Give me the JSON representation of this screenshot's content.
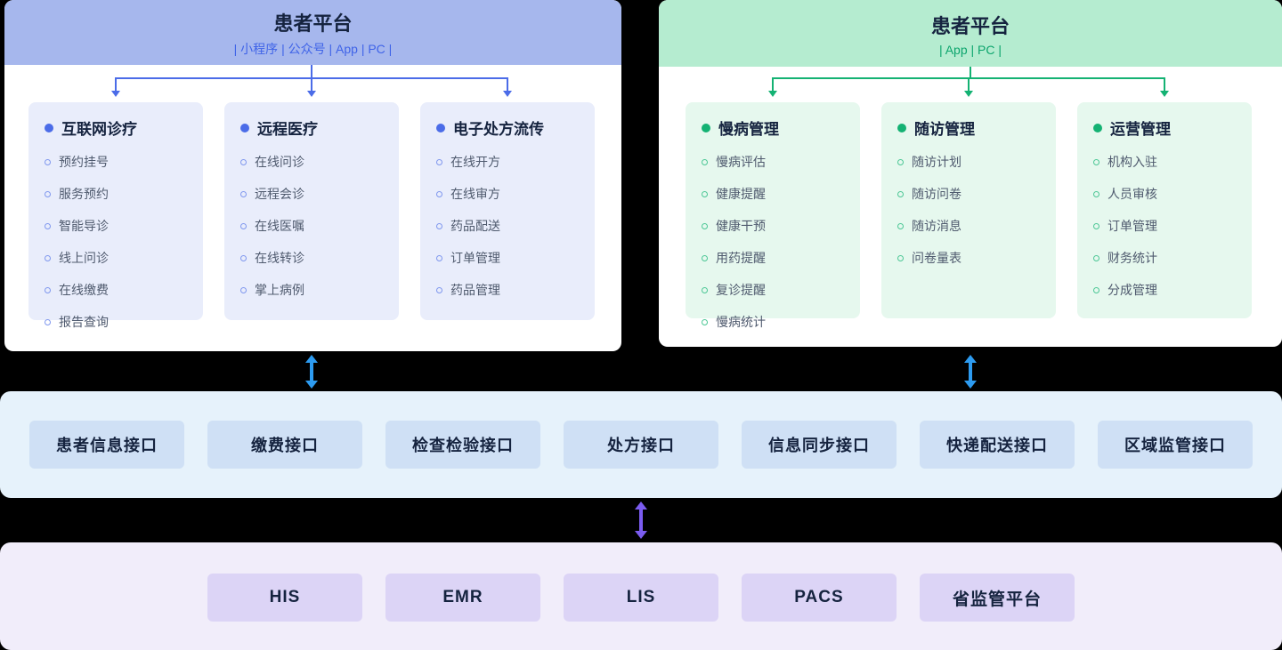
{
  "left_panel": {
    "title": "患者平台",
    "subtitle": "| 小程序 | 公众号 | App | PC |",
    "columns": [
      {
        "title": "互联网诊疗",
        "items": [
          "预约挂号",
          "服务预约",
          "智能导诊",
          "线上问诊",
          "在线缴费",
          "报告查询"
        ]
      },
      {
        "title": "远程医疗",
        "items": [
          "在线问诊",
          "远程会诊",
          "在线医嘱",
          "在线转诊",
          "掌上病例"
        ]
      },
      {
        "title": "电子处方流传",
        "items": [
          "在线开方",
          "在线审方",
          "药品配送",
          "订单管理",
          "药品管理"
        ]
      }
    ]
  },
  "right_panel": {
    "title": "患者平台",
    "subtitle": "| App | PC |",
    "columns": [
      {
        "title": "慢病管理",
        "items": [
          "慢病评估",
          "健康提醒",
          "健康干预",
          "用药提醒",
          "复诊提醒",
          "慢病统计"
        ]
      },
      {
        "title": "随访管理",
        "items": [
          "随访计划",
          "随访问卷",
          "随访消息",
          "问卷量表"
        ]
      },
      {
        "title": "运营管理",
        "items": [
          "机构入驻",
          "人员审核",
          "订单管理",
          "财务统计",
          "分成管理"
        ]
      }
    ]
  },
  "interface_band": {
    "boxes": [
      "患者信息接口",
      "缴费接口",
      "检查检验接口",
      "处方接口",
      "信息同步接口",
      "快递配送接口",
      "区域监管接口"
    ]
  },
  "systems_band": {
    "boxes": [
      "HIS",
      "EMR",
      "LIS",
      "PACS",
      "省监管平台"
    ]
  },
  "colors": {
    "left_header_bg": "#a6b7ed",
    "left_subtitle": "#3f63e8",
    "left_col_bg": "#e9edfb",
    "left_accent": "#4b6ce8",
    "right_header_bg": "#b5ecd0",
    "right_subtitle": "#0ca56d",
    "right_col_bg": "#e6f8ee",
    "right_accent": "#14b273",
    "interface_band_bg": "#e6f2fb",
    "interface_box_bg": "#cfe0f5",
    "systems_band_bg": "#f1edfa",
    "systems_box_bg": "#dcd4f6",
    "arrow_blue": "#2d9bf0",
    "arrow_purple": "#7b5cf0",
    "title_text": "#15233f",
    "item_text": "#4f5a6e"
  }
}
